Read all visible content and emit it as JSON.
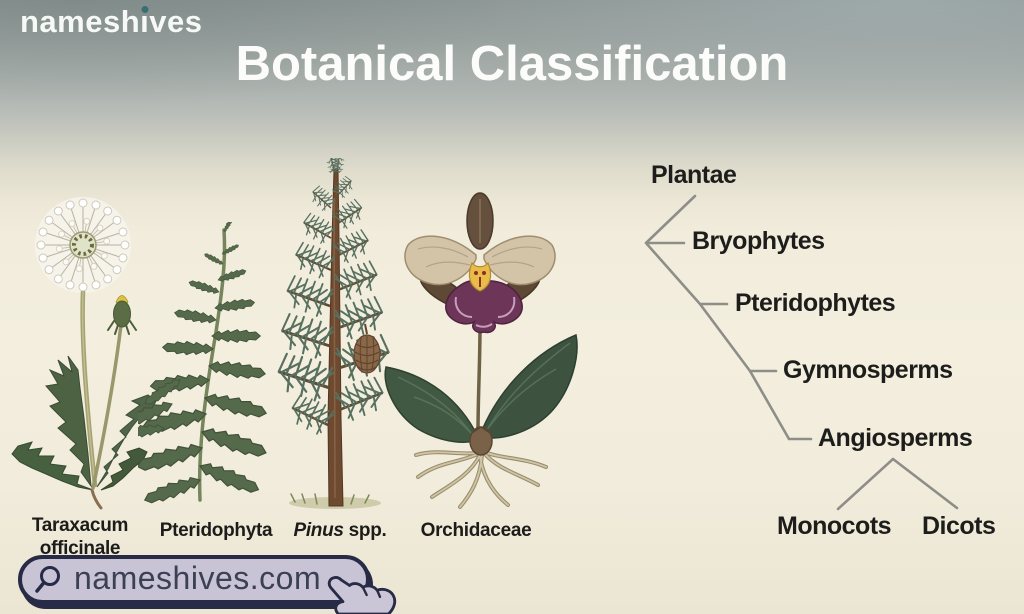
{
  "brand": {
    "logo_part1": "namesh",
    "logo_i": "ı",
    "logo_part2": "ves",
    "website_label": "nameshives.com"
  },
  "header": {
    "title": "Botanical Classification"
  },
  "classification_tree": {
    "root": "Plantae",
    "groups": [
      {
        "label": "Bryophytes"
      },
      {
        "label": "Pteridophytes"
      },
      {
        "label": "Gymnosperms"
      },
      {
        "label": "Angiosperms"
      }
    ],
    "angiosperm_subgroups": [
      {
        "label": "Monocots"
      },
      {
        "label": "Dicots"
      }
    ]
  },
  "specimens": [
    {
      "label_line1": "Taraxacum",
      "label_line2": "officinale",
      "illustration": "dandelion"
    },
    {
      "label_line1": "Pteridophyta",
      "illustration": "fern"
    },
    {
      "label_italic": "Pinus",
      "label_suffix": " spp.",
      "illustration": "pine"
    },
    {
      "label_line1": "Orchidaceae",
      "illustration": "orchid"
    }
  ],
  "colors": {
    "accent_navy": "#272b45",
    "badge_lavender": "#c9c3d6",
    "tree_line_gray": "#8e8e88",
    "background_top_gray": "#8e9896",
    "background_cream": "#f3eede",
    "logo_dot_teal": "#3a6e74"
  }
}
